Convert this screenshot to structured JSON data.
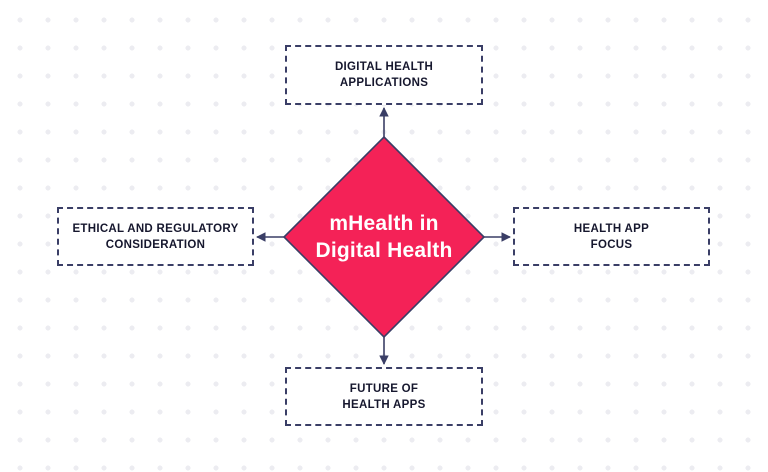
{
  "center": {
    "line1": "mHealth in",
    "line2": "Digital Health"
  },
  "nodes": {
    "top": {
      "line1": "DIGITAL HEALTH",
      "line2": "APPLICATIONS"
    },
    "left": {
      "line1": "ETHICAL AND REGULATORY",
      "line2": "CONSIDERATION"
    },
    "right": {
      "line1": "HEALTH APP",
      "line2": "FOCUS"
    },
    "bottom": {
      "line1": "FUTURE OF",
      "line2": "HEALTH APPS"
    }
  },
  "colors": {
    "diamond_fill": "#f42257",
    "outline": "#3a3e66",
    "text_dark": "#16172e",
    "background_dots": "#ececf1"
  }
}
